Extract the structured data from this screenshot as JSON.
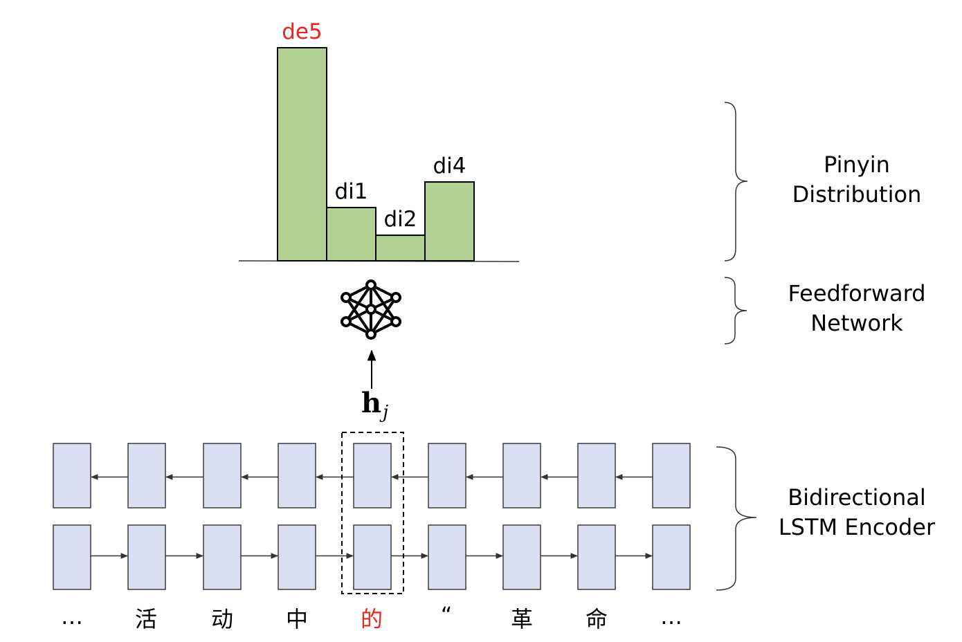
{
  "chart_data": {
    "type": "bar",
    "categories": [
      "de5",
      "di1",
      "di2",
      "di4"
    ],
    "values": [
      1.0,
      0.25,
      0.12,
      0.37
    ],
    "highlighted_category": "de5",
    "bar_color": "#b2d192",
    "highlight_color": "#e8261e"
  },
  "labels": {
    "pinyin_line1": "Pinyin",
    "pinyin_line2": "Distribution",
    "ffn_line1": "Feedforward",
    "ffn_line2": "Network",
    "lstm_line1": "Bidirectional",
    "lstm_line2": "LSTM Encoder",
    "hidden_state_main": "h",
    "hidden_state_sub": "j"
  },
  "tokens": [
    "…",
    "活",
    "动",
    "中",
    "的",
    "“",
    "革",
    "命",
    "…"
  ],
  "highlighted_token_index": 4,
  "colors": {
    "lstm_cell_fill": "#dae0f1",
    "lstm_cell_stroke": "#3a3a3a",
    "highlight": "#e8261e",
    "text": "#000000"
  },
  "icons": {
    "feedforward": "neural-network-icon"
  }
}
